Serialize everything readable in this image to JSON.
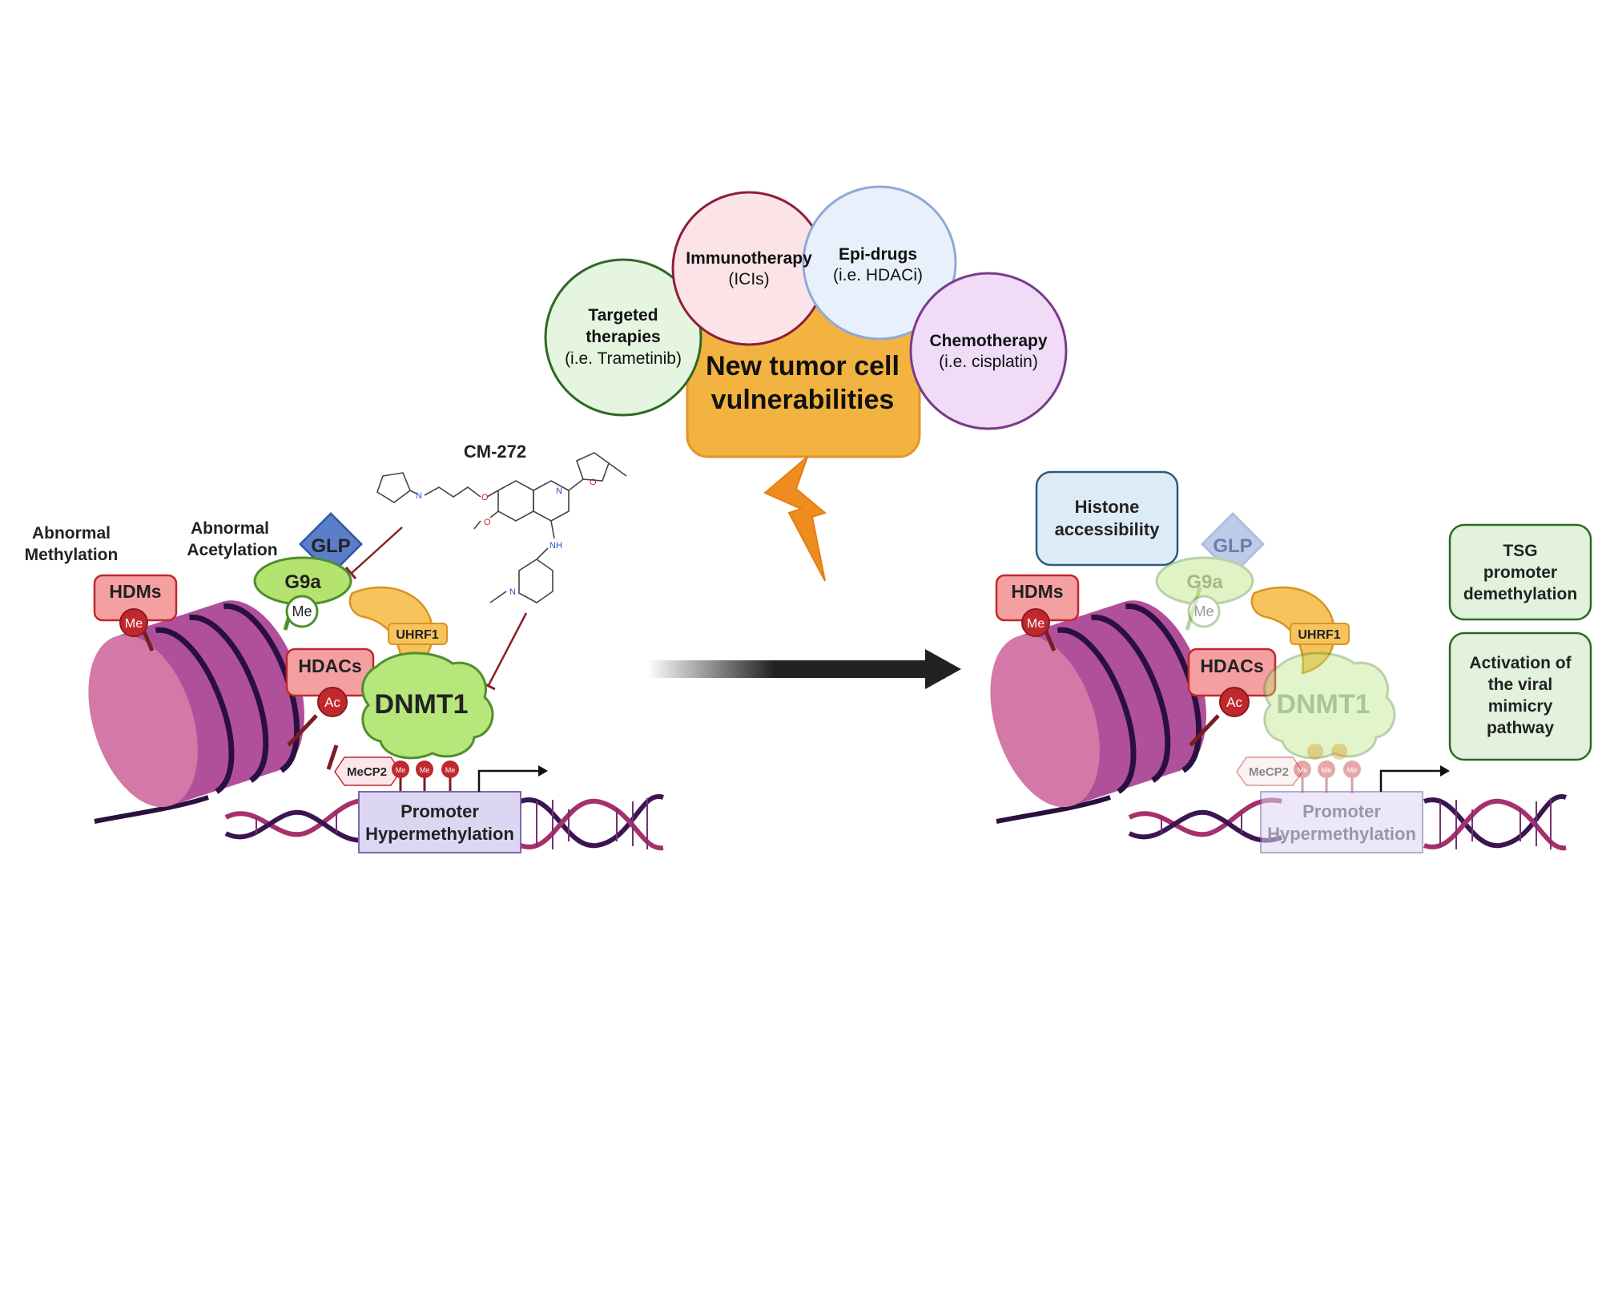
{
  "title": {
    "line1": "New tumor cell",
    "line2": "vulnerabilities"
  },
  "therapies": [
    {
      "line1": "Targeted",
      "line2": "therapies",
      "line3": "(i.e. Trametinib)"
    },
    {
      "line1": "Immunotherapy",
      "line2": "(ICIs)"
    },
    {
      "line1": "Epi-drugs",
      "line2": "(i.e. HDACi)"
    },
    {
      "line1": "Chemotherapy",
      "line2": "(i.e. cisplatin)"
    }
  ],
  "drug": {
    "name": "CM-272",
    "atoms": {
      "n1": "N",
      "n2": "N",
      "n3": "N",
      "nh": "NH",
      "o1": "O",
      "o2": "O",
      "o3": "O"
    }
  },
  "left": {
    "abnormal_methylation": [
      "Abnormal",
      "Methylation"
    ],
    "abnormal_acetylation": [
      "Abnormal",
      "Acetylation"
    ],
    "hdms": "HDMs",
    "hdacs": "HDACs",
    "glp": "GLP",
    "g9a": "G9a",
    "uhrf1": "UHRF1",
    "dnmt1": "DNMT1",
    "mecp2": "MeCP2",
    "me": "Me",
    "ac": "Ac",
    "promoter": [
      "Promoter",
      "Hypermethylation"
    ]
  },
  "right": {
    "histone_accessibility": [
      "Histone",
      "accessibility"
    ],
    "tsg": [
      "TSG",
      "promoter",
      "demethylation"
    ],
    "viral": [
      "Activation of",
      "the viral",
      "mimicry",
      "pathway"
    ],
    "hdms": "HDMs",
    "hdacs": "HDACs",
    "glp": "GLP",
    "g9a": "G9a",
    "uhrf1": "UHRF1",
    "dnmt1": "DNMT1",
    "mecp2": "MeCP2",
    "me": "Me",
    "ac": "Ac",
    "promoter": [
      "Promoter",
      "Hypermethylation"
    ]
  },
  "colors": {
    "nucleosome_front": "#d478a8",
    "nucleosome_side": "#b1509a",
    "dna_wrap": "#2a1040",
    "dna_strand_a": "#3a1552",
    "dna_strand_b": "#a5306c",
    "hdm_fill": "#f5a0a0",
    "hdm_stroke": "#c0282d",
    "glp_fill": "#5b7ec9",
    "g9a_fill": "#b5e36f",
    "uhrf1_fill": "#f7c35c",
    "dnmt1_fill": "#b7e67a",
    "promoter_fill": "#ddd6f3",
    "title_box": "#f2b340",
    "bolt": "#ef8c1f",
    "targeted_fill": "#e6f5e0",
    "immuno_fill": "#fbe3e8",
    "epi_fill": "#e8f1fb",
    "chemo_fill": "#f0dcf7",
    "outcome_box": "#e2f2dc",
    "histone_box": "#ddebf7",
    "inhibitor_line": "#8b1e2a"
  }
}
